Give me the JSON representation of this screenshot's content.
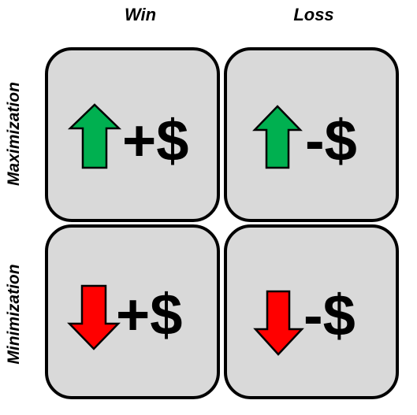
{
  "columns": {
    "win": "Win",
    "loss": "Loss"
  },
  "rows": {
    "maximization": "Maximization",
    "minimization": "Minimization"
  },
  "cells": {
    "max_win": {
      "symbol": "+$",
      "arrow": "up-arrow-icon",
      "arrow_color": "#00b050"
    },
    "max_loss": {
      "symbol": "-$",
      "arrow": "up-arrow-icon",
      "arrow_color": "#00b050"
    },
    "min_win": {
      "symbol": "+$",
      "arrow": "down-arrow-icon",
      "arrow_color": "#ff0000"
    },
    "min_loss": {
      "symbol": "-$",
      "arrow": "down-arrow-icon",
      "arrow_color": "#ff0000"
    }
  }
}
